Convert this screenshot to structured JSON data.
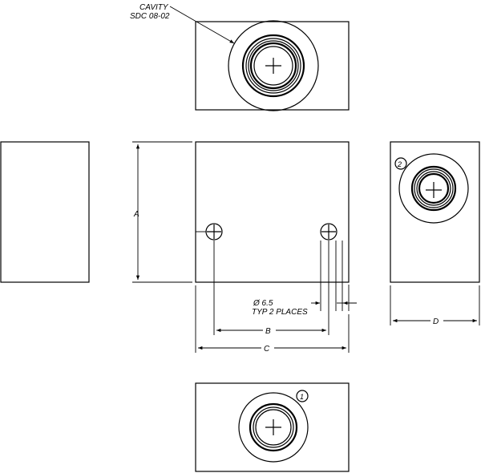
{
  "annotations": {
    "cavity_line1": "CAVITY",
    "cavity_line2": "SDC 08-02",
    "hole_dia": "Ø 6.5",
    "hole_typ": "TYP 2 PLACES",
    "port_right": "2",
    "port_bottom": "1"
  },
  "dimensions": {
    "a": "A",
    "b": "B",
    "c": "C",
    "d": "D"
  },
  "colors": {
    "line": "#000000",
    "background": "#ffffff"
  }
}
